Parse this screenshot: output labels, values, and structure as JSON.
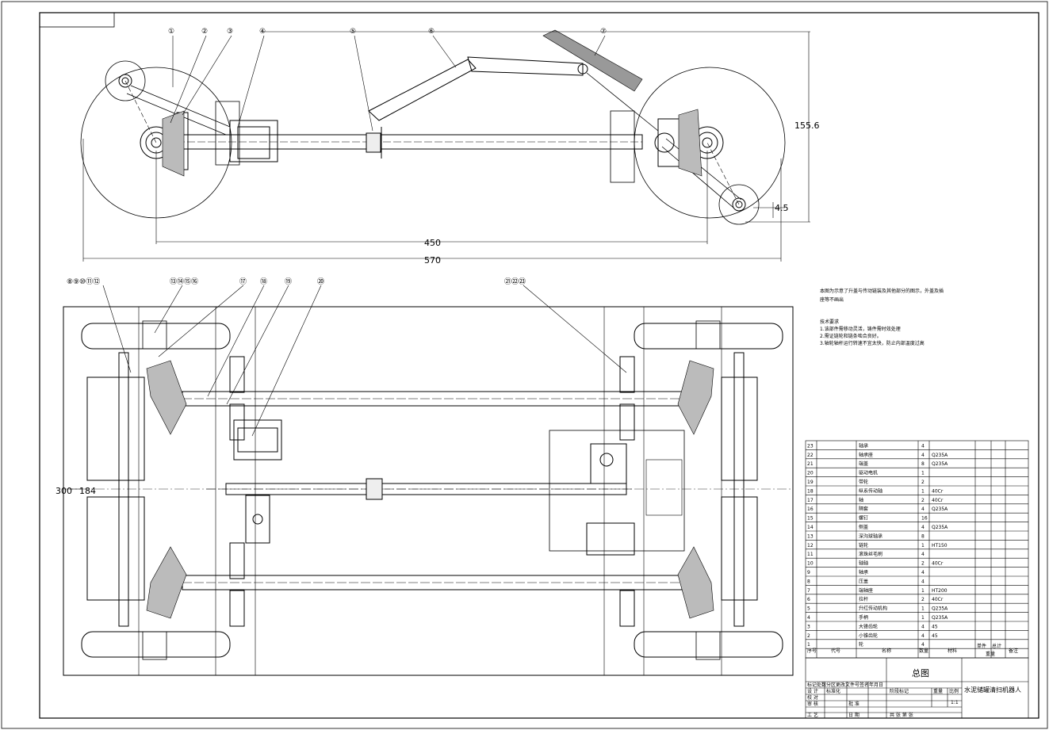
{
  "top_view": {
    "dims": {
      "height": "155.6",
      "offset": "4.5",
      "wheelbase": "450",
      "overall": "570"
    },
    "callouts": [
      "①",
      "②",
      "③",
      "④",
      "⑤",
      "⑥",
      "⑦"
    ]
  },
  "plan_view": {
    "callouts_left_group": "⑧⑨⑩⑪⑫",
    "callouts_group2": "⑬⑭⑮⑯",
    "callouts_single": [
      "⑰",
      "⑱",
      "⑲",
      "⑳"
    ],
    "callouts_right_group": "㉑㉒㉓",
    "dims": {
      "track": "300",
      "inner": "184"
    }
  },
  "notes": {
    "intro_line1": "本图为示意了升盖与传动链装及其他部分的图示，外盖及插",
    "intro_line2": "座等不画出",
    "tech_title": "技术要求",
    "tech_items": [
      "1.该部件需移动灵活，铸件需时效处理",
      "2.需证链轮和链条啮合良好。",
      "3.轴轮轴杆运行转速不宜太快，防止内部温度过高"
    ]
  },
  "bom": {
    "rows": [
      {
        "no": "23",
        "name": "轴承",
        "qty": "4",
        "mat": ""
      },
      {
        "no": "22",
        "name": "轴承座",
        "qty": "4",
        "mat": "Q235A"
      },
      {
        "no": "21",
        "name": "端盖",
        "qty": "8",
        "mat": "Q235A"
      },
      {
        "no": "20",
        "name": "驱动电机",
        "qty": "1",
        "mat": ""
      },
      {
        "no": "19",
        "name": "带轮",
        "qty": "2",
        "mat": ""
      },
      {
        "no": "18",
        "name": "纵系传动轴",
        "qty": "1",
        "mat": "40Cr"
      },
      {
        "no": "17",
        "name": "轴",
        "qty": "2",
        "mat": "40Cr"
      },
      {
        "no": "16",
        "name": "隔套",
        "qty": "4",
        "mat": "Q235A"
      },
      {
        "no": "15",
        "name": "螺钉",
        "qty": "16",
        "mat": ""
      },
      {
        "no": "14",
        "name": "侧盖",
        "qty": "4",
        "mat": "Q235A"
      },
      {
        "no": "13",
        "name": "深沟球轴承",
        "qty": "8",
        "mat": ""
      },
      {
        "no": "12",
        "name": "链轮",
        "qty": "1",
        "mat": "HT150"
      },
      {
        "no": "11",
        "name": "滚珠丝毛刷",
        "qty": "4",
        "mat": ""
      },
      {
        "no": "10",
        "name": "轴轴",
        "qty": "2",
        "mat": "40Cr"
      },
      {
        "no": "9",
        "name": "轴承",
        "qty": "4",
        "mat": ""
      },
      {
        "no": "8",
        "name": "压盖",
        "qty": "4",
        "mat": ""
      },
      {
        "no": "7",
        "name": "端轴座",
        "qty": "1",
        "mat": "HT200"
      },
      {
        "no": "6",
        "name": "拉杆",
        "qty": "2",
        "mat": "40Cr"
      },
      {
        "no": "5",
        "name": "升红传动机构",
        "qty": "1",
        "mat": "Q235A"
      },
      {
        "no": "4",
        "name": "手柄",
        "qty": "1",
        "mat": "Q235A"
      },
      {
        "no": "3",
        "name": "大锥齿轮",
        "qty": "4",
        "mat": "45"
      },
      {
        "no": "2",
        "name": "小锥齿轮",
        "qty": "4",
        "mat": "45"
      },
      {
        "no": "1",
        "name": "轮",
        "qty": "4",
        "mat": ""
      }
    ],
    "header": {
      "no": "序号",
      "code": "代号",
      "name": "名称",
      "qty": "数量",
      "mat": "材料",
      "unit_wt": "单件",
      "total_wt": "总计",
      "weight": "重量",
      "remark": "备注"
    }
  },
  "title_block": {
    "drawing_title": "总图",
    "product_name": "水泥储罐清扫机器人",
    "label_mark": "标记处数分区更改文件号签名年月日",
    "label_design": "设 计",
    "label_standard": "标准化",
    "label_check": "校 对",
    "label_process": "审 核",
    "label_approve": "批 准",
    "label_craft": "工 艺",
    "label_date": "日 期",
    "label_stage": "阶段标记",
    "label_weight": "重量",
    "label_scale": "比例",
    "scale": "1:1",
    "label_sheet": "共   张   第   张"
  }
}
